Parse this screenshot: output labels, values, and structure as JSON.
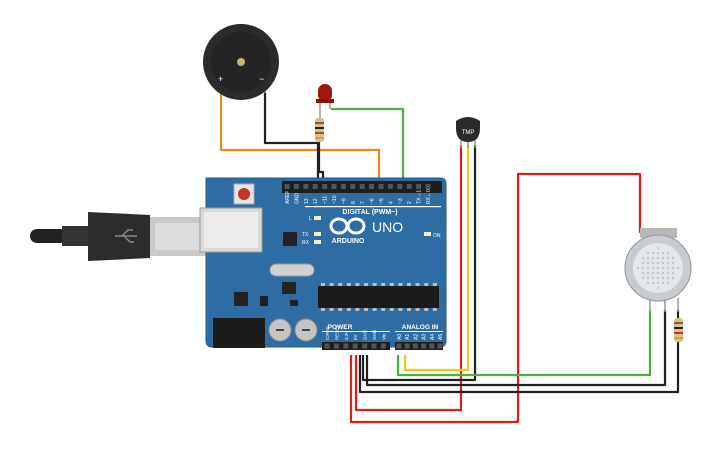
{
  "board": {
    "brand": "ARDUINO",
    "model": "UNO",
    "digital_label": "DIGITAL (PWM~)",
    "power_label": "POWER",
    "analog_label": "ANALOG IN",
    "on_label": "ON",
    "led_l": "L",
    "led_tx": "TX",
    "led_rx": "RX",
    "digital_pins": [
      "AREF",
      "GND",
      "13",
      "12",
      "~11",
      "~10",
      "~9",
      "8",
      "7",
      "~6",
      "~5",
      "4",
      "~3",
      "2",
      "TX→1",
      "RX←0"
    ],
    "power_pins": [
      "IOREF",
      "RESET",
      "3.3V",
      "5V",
      "GND",
      "GND",
      "Vin"
    ],
    "analog_pins": [
      "A0",
      "A1",
      "A2",
      "A3",
      "A4",
      "A5"
    ]
  },
  "components": {
    "buzzer_plus": "+",
    "buzzer_minus": "−",
    "temp_sensor_label": "TMP"
  },
  "wire_colors": {
    "orange": "#e8891b",
    "black": "#202020",
    "green": "#4caf3e",
    "yellow": "#f2c618",
    "red": "#d62020"
  }
}
